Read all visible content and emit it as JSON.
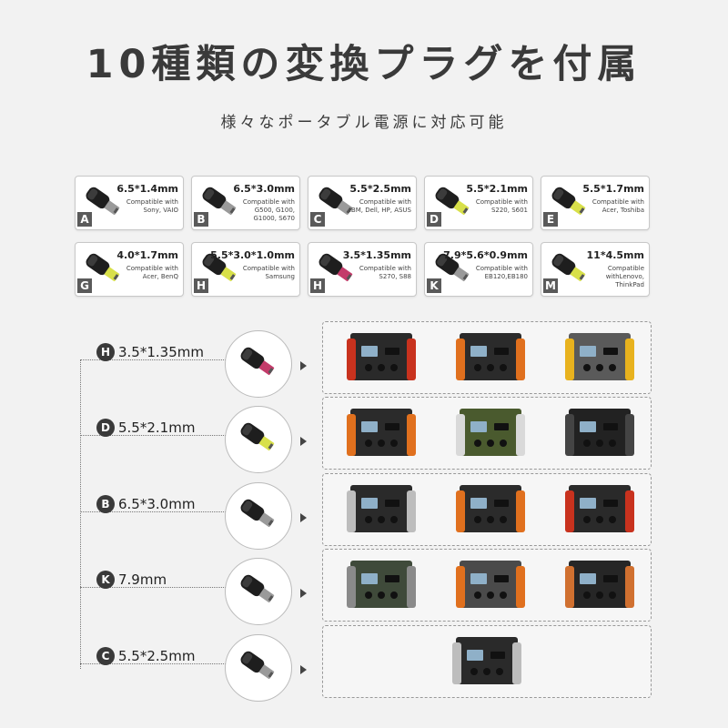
{
  "title": "10種類の変換プラグを付属",
  "subtitle": "様々なポータブル電源に対応可能",
  "plugs": [
    {
      "letter": "A",
      "spec": "6.5*1.4mm",
      "compat": "Compatible with Sony, VAIO",
      "tip": "#9a9a9a"
    },
    {
      "letter": "B",
      "spec": "6.5*3.0mm",
      "compat": "Compatible with G500, G100, G1000, S670",
      "tip": "#9a9a9a"
    },
    {
      "letter": "C",
      "spec": "5.5*2.5mm",
      "compat": "Compatible with IBM, Dell, HP, ASUS",
      "tip": "#9a9a9a"
    },
    {
      "letter": "D",
      "spec": "5.5*2.1mm",
      "compat": "Compatible with S220, S601",
      "tip": "#d8e04a"
    },
    {
      "letter": "E",
      "spec": "5.5*1.7mm",
      "compat": "Compatible with Acer, Toshiba",
      "tip": "#d8e04a"
    },
    {
      "letter": "G",
      "spec": "4.0*1.7mm",
      "compat": "Compatible with Acer, BenQ",
      "tip": "#d8e04a"
    },
    {
      "letter": "H",
      "spec": "5.5*3.0*1.0mm",
      "compat": "Compatible with Samsung",
      "tip": "#d8e04a"
    },
    {
      "letter": "H",
      "spec": "3.5*1.35mm",
      "compat": "Compatible with S270, S88",
      "tip": "#c33b6a"
    },
    {
      "letter": "K",
      "spec": "7.9*5.6*0.9mm",
      "compat": "Compatible with EB120,EB180",
      "tip": "#9a9a9a"
    },
    {
      "letter": "M",
      "spec": "11*4.5mm",
      "compat": "Compatible withLenovo, ThinkPad",
      "tip": "#d8e04a"
    }
  ],
  "rows": [
    {
      "letter": "H",
      "label": "3.5*1.35mm",
      "tip": "#c33b6a",
      "devices": [
        "red-black-station",
        "black-orange-station",
        "grey-yellow-station"
      ]
    },
    {
      "letter": "D",
      "label": "5.5*2.1mm",
      "tip": "#d8e04a",
      "devices": [
        "black-orange-station",
        "green-station",
        "black-handle-station"
      ]
    },
    {
      "letter": "B",
      "label": "6.5*3.0mm",
      "tip": "#9a9a9a",
      "devices": [
        "black-silver-station",
        "black-orange-cross-station",
        "red-black-station"
      ]
    },
    {
      "letter": "K",
      "label": "7.9mm",
      "tip": "#9a9a9a",
      "devices": [
        "green-grey-station",
        "grey-orange-station",
        "black-station"
      ]
    },
    {
      "letter": "C",
      "label": "5.5*2.5mm",
      "tip": "#9a9a9a",
      "devices": [
        "black-silver-station"
      ]
    }
  ]
}
